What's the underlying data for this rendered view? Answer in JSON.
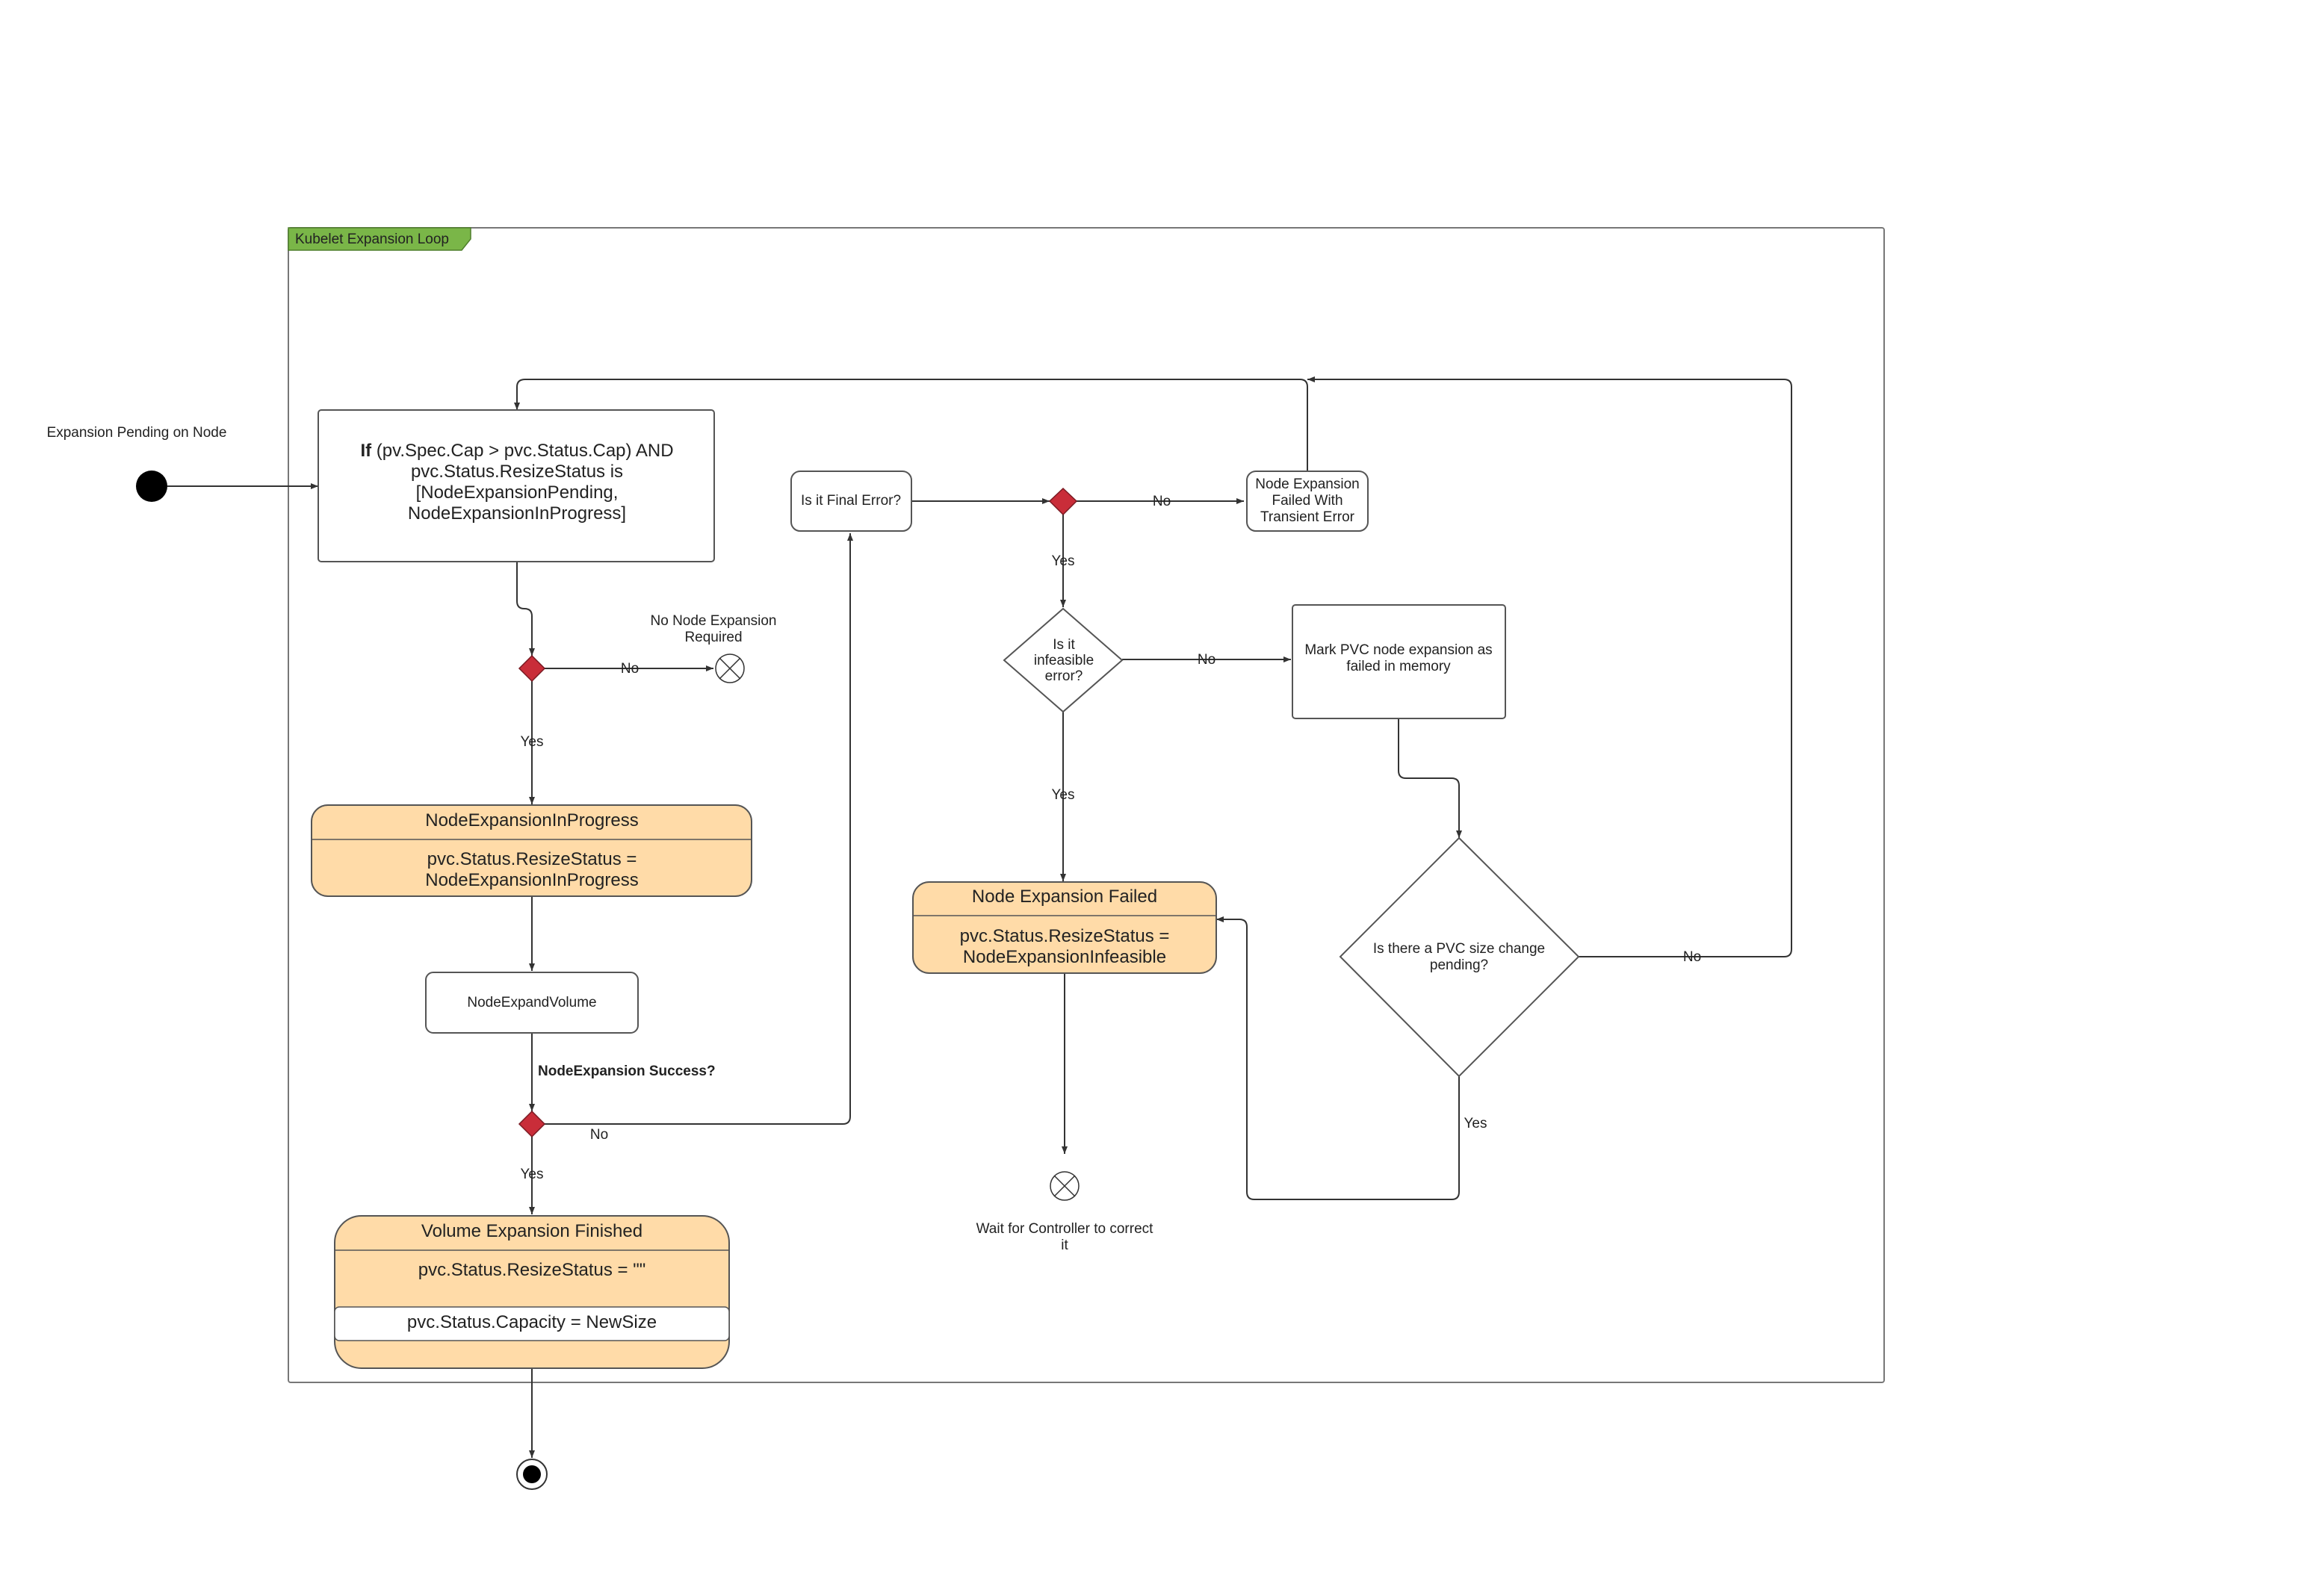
{
  "frame": {
    "title": "Kubelet Expansion Loop",
    "title_color": "#7ab648"
  },
  "colors": {
    "state_fill": "#ffdba8",
    "decision_fill": "#c92d39"
  },
  "start": {
    "label": "Expansion Pending on Node"
  },
  "check": {
    "if_word": "If",
    "line1": " (pv.Spec.Cap > pvc.Status.Cap) AND",
    "line2": "pvc.Status.ResizeStatus is",
    "line3": "[NodeExpansionPending,",
    "line4": "NodeExpansionInProgress]"
  },
  "no_expansion": {
    "line1": "No Node Expansion",
    "line2": "Required"
  },
  "in_progress": {
    "title": "NodeExpansionInProgress",
    "line1": "pvc.Status.ResizeStatus =",
    "line2": "NodeExpansionInProgress"
  },
  "expand_volume": {
    "label": "NodeExpandVolume"
  },
  "success_question": {
    "label": "NodeExpansion Success?"
  },
  "finished": {
    "title": "Volume Expansion Finished",
    "line1": "pvc.Status.ResizeStatus = \"\"",
    "line2": "pvc.Status.Capacity = NewSize"
  },
  "final_error": {
    "label": "Is it Final Error?"
  },
  "transient": {
    "line1": "Node Expansion",
    "line2": "Failed With",
    "line3": "Transient Error"
  },
  "infeasible_q": {
    "line1": "Is it",
    "line2": "infeasible",
    "line3": "error?"
  },
  "mark_failed": {
    "line1": "Mark PVC node expansion as",
    "line2": "failed in memory"
  },
  "node_failed": {
    "title": "Node Expansion Failed",
    "line1": "pvc.Status.ResizeStatus =",
    "line2": "NodeExpansionInfeasible"
  },
  "wait": {
    "line1": "Wait for Controller to correct",
    "line2": "it"
  },
  "size_change_q": {
    "line1": "Is there a PVC size change",
    "line2": "pending?"
  },
  "edge_labels": {
    "yes": "Yes",
    "no": "No"
  }
}
